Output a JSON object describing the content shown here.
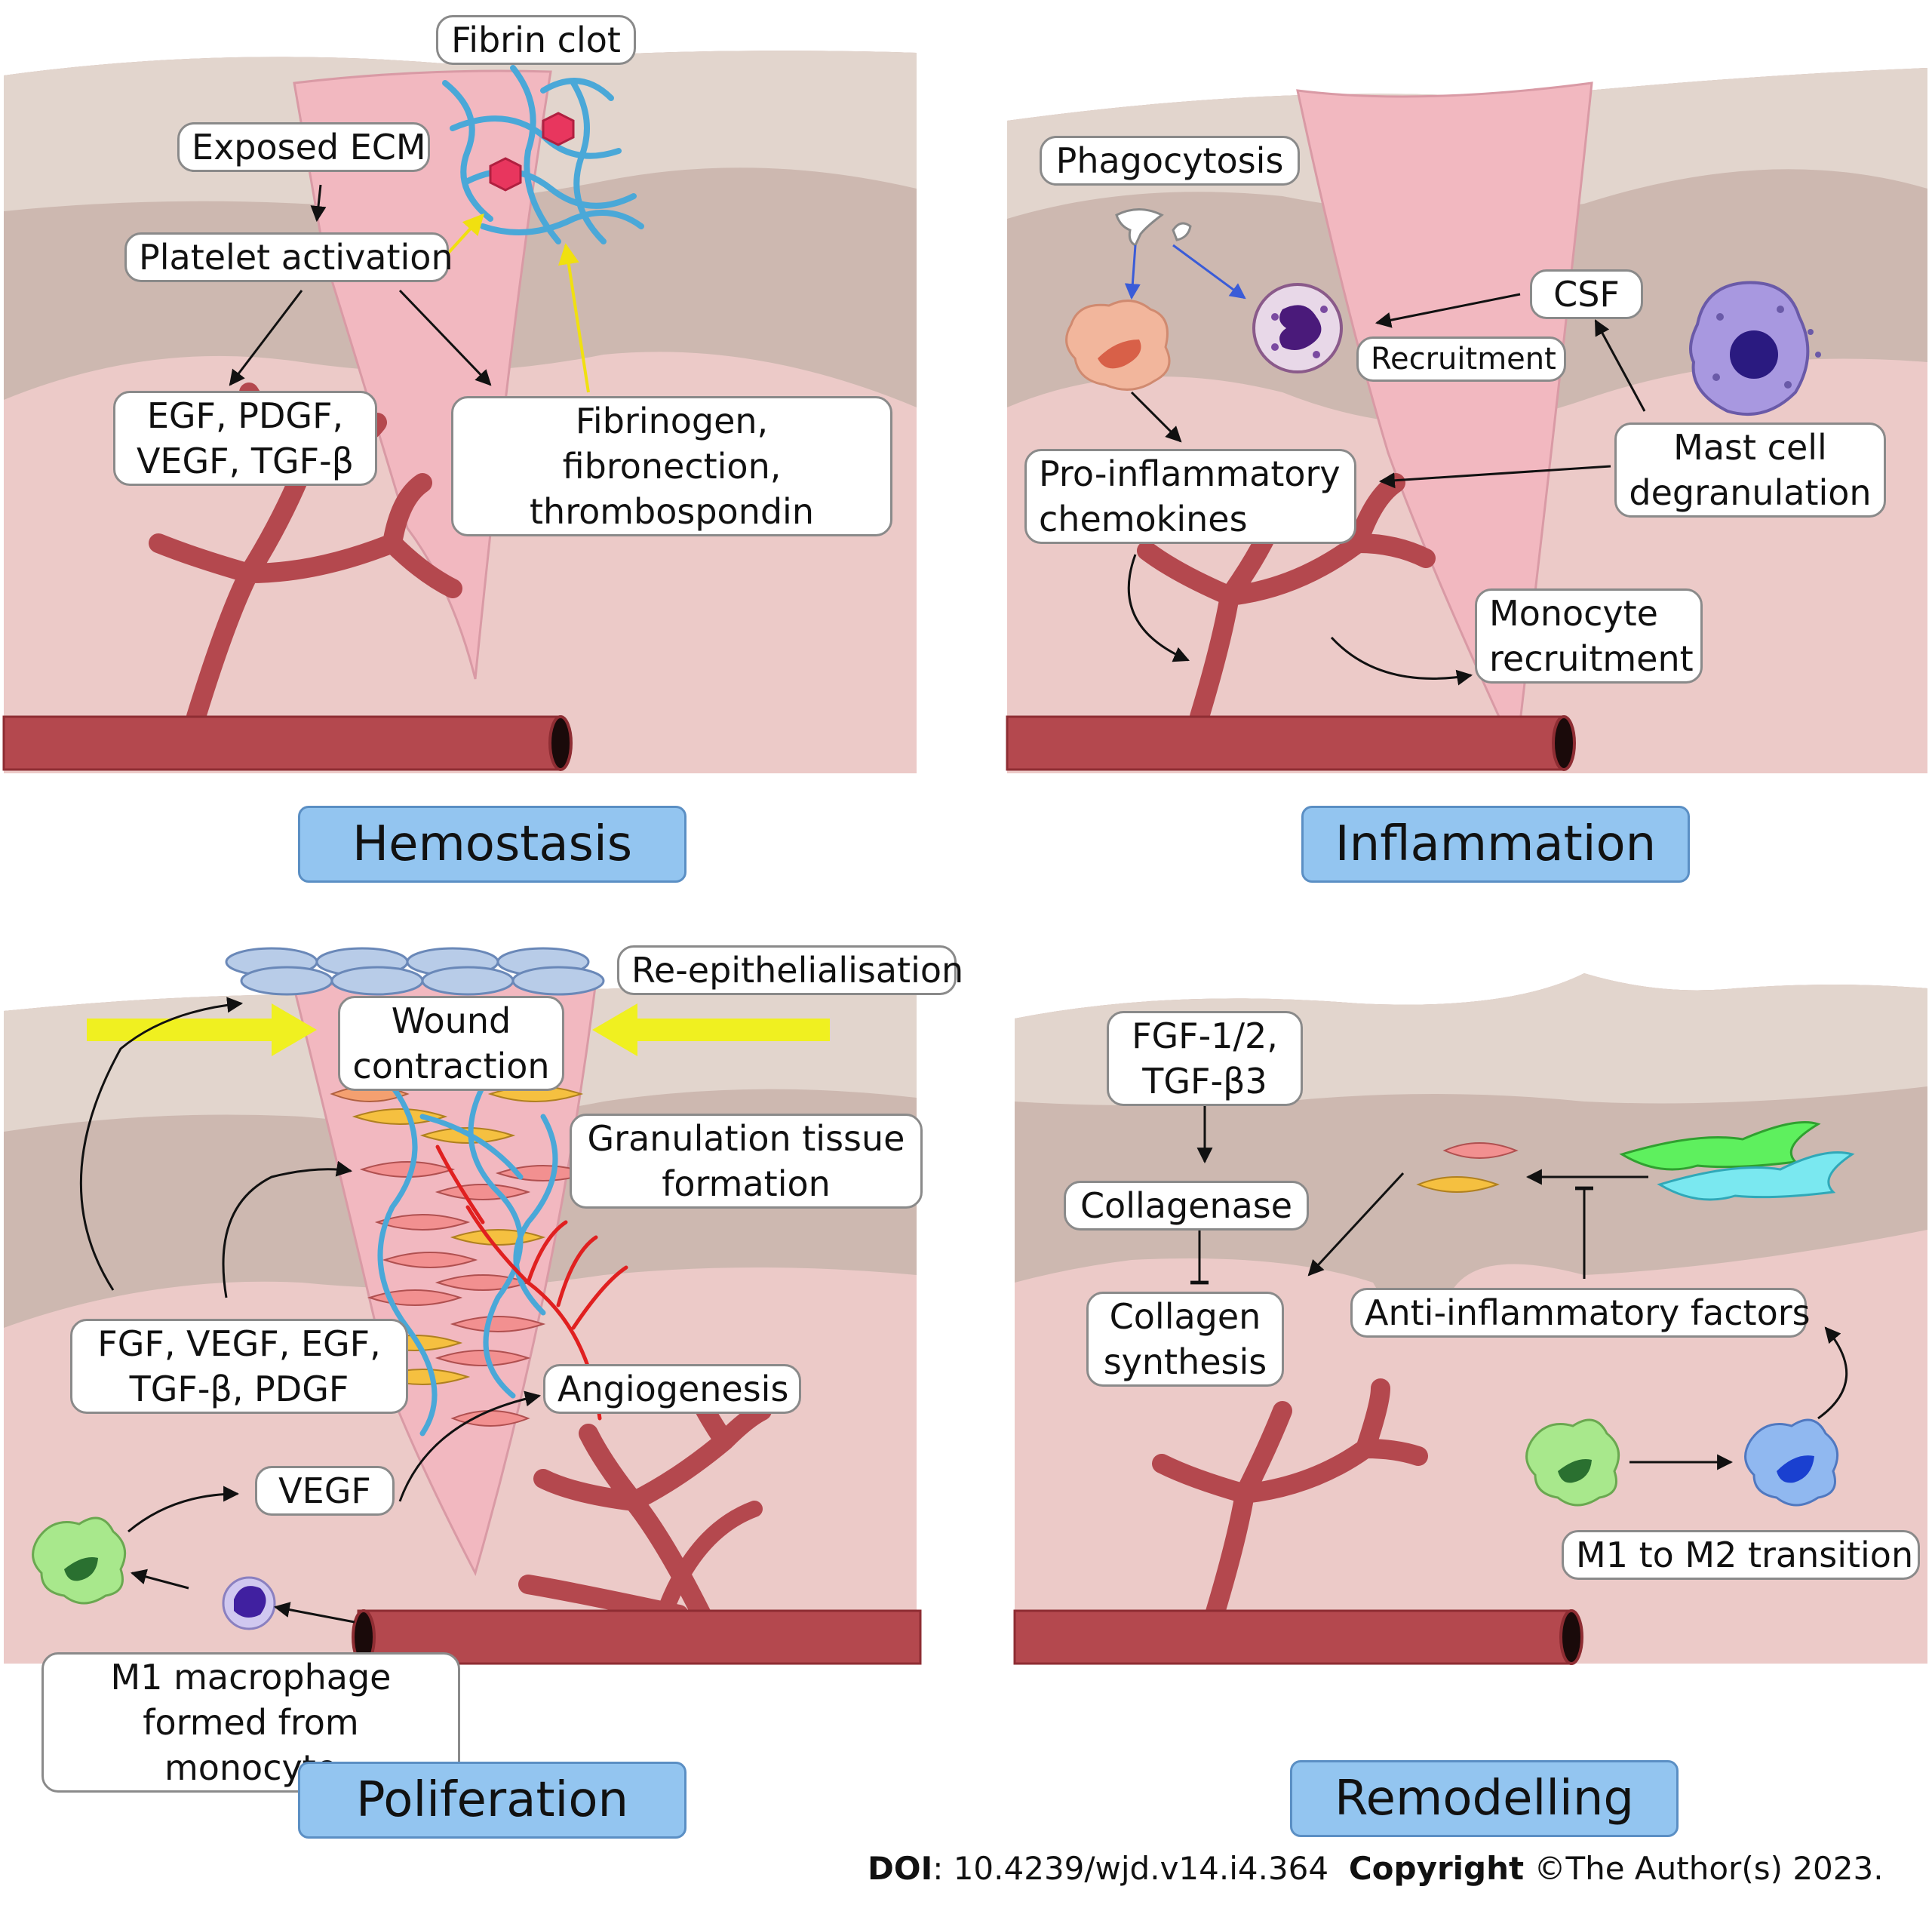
{
  "panels": {
    "hemostasis": {
      "title": "Hemostasis",
      "labels": {
        "fibrin_clot": "Fibrin clot",
        "exposed_ecm": "Exposed ECM",
        "platelet_activation": "Platelet activation",
        "growth_factors_line1": "EGF, PDGF,",
        "growth_factors_line2": "VEGF, TGF-β",
        "proteins_line1": "Fibrinogen, fibronection,",
        "proteins_line2": "thrombospondin"
      }
    },
    "inflammation": {
      "title": "Inflammation",
      "labels": {
        "phagocytosis": "Phagocytosis",
        "csf": "CSF",
        "recruitment": "Recruitment",
        "pro_inflammatory_line1": "Pro-inflammatory",
        "pro_inflammatory_line2": "chemokines",
        "mast_cell_line1": "Mast cell",
        "mast_cell_line2": "degranulation",
        "monocyte_line1": "Monocyte",
        "monocyte_line2": "recruitment"
      }
    },
    "proliferation": {
      "title": "Poliferation",
      "labels": {
        "re_epithelialisation": "Re-epithelialisation",
        "wound_contraction_line1": "Wound",
        "wound_contraction_line2": "contraction",
        "granulation_line1": "Granulation tissue",
        "granulation_line2": "formation",
        "growth_factors_line1": "FGF, VEGF, EGF,",
        "growth_factors_line2": "TGF-β, PDGF",
        "angiogenesis": "Angiogenesis",
        "vegf": "VEGF",
        "m1_line1": "M1 macrophage",
        "m1_line2": "formed from monocyte"
      }
    },
    "remodelling": {
      "title": "Remodelling",
      "labels": {
        "fgf_line1": "FGF-1/2,",
        "fgf_line2": "TGF-β3",
        "collagenase": "Collagenase",
        "collagen_line1": "Collagen",
        "collagen_line2": "synthesis",
        "anti_inflammatory": "Anti-inflammatory factors",
        "m1_m2": "M1 to M2 transition"
      }
    }
  },
  "footer": {
    "doi_label": "DOI",
    "doi_value": ": 10.4239/wjd.v14.i4.364",
    "copyright_label": "Copyright",
    "copyright_value": " ©The Author(s) 2023."
  },
  "colors": {
    "epidermis": "#e2d5cd",
    "dermis": "#cdb8b0",
    "hypodermis": "#eccac8",
    "wound": "#f2b8c0",
    "vessel": "#b4484e",
    "title_box": "#93c5f0",
    "fibrin": "#4aa8d8",
    "yellow_arrow": "#f0f020",
    "blue_arrow": "#3a5cd8"
  }
}
